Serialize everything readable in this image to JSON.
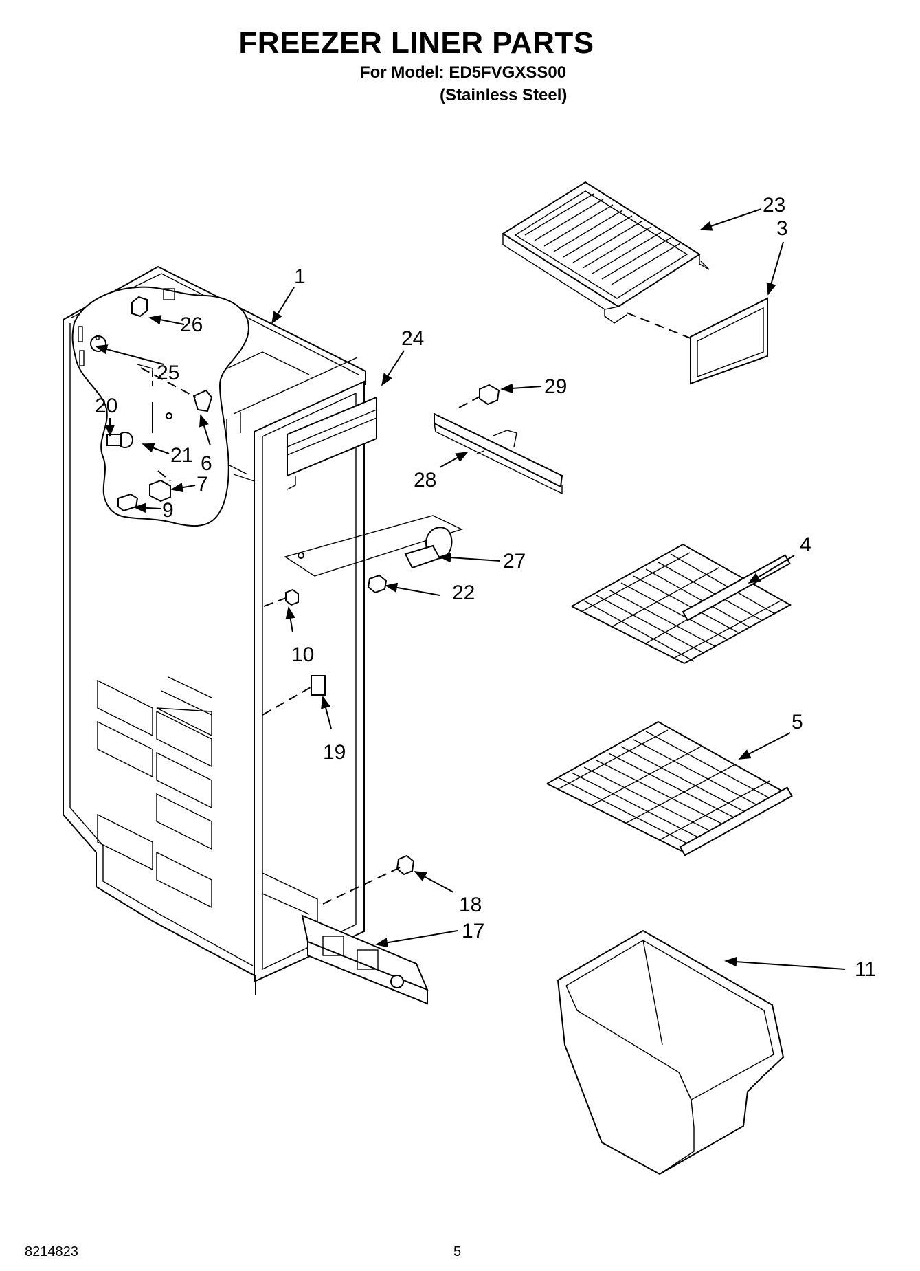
{
  "header": {
    "title": "FREEZER LINER PARTS",
    "model_line": "For Model: ED5FVGXSS00",
    "variant_line": "(Stainless Steel)"
  },
  "callouts": [
    "1",
    "23",
    "3",
    "26",
    "25",
    "24",
    "29",
    "20",
    "21",
    "6",
    "7",
    "9",
    "28",
    "27",
    "22",
    "4",
    "10",
    "19",
    "5",
    "18",
    "17",
    "11"
  ],
  "footer": {
    "doc_number": "8214823",
    "page_number": "5"
  }
}
